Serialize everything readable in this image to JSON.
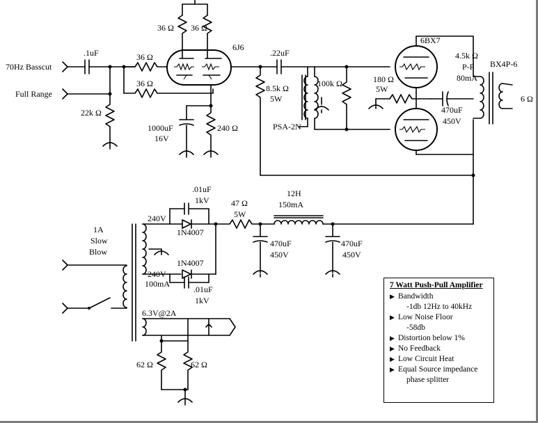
{
  "labels": {
    "in_bass": "70Hz Basscut",
    "in_full": "Full Range",
    "cap_in": ".1uF",
    "r_in1": "36",
    "r_in2": "36",
    "r_22k": "22k",
    "r_pl1": "36",
    "r_pl2": "36",
    "tube1": "6J6",
    "cap_k": "1000uF",
    "cap_k_v": "16V",
    "r_k": "240",
    "cap_c": ".22uF",
    "r_85a": "8.5k",
    "r_85b": "5W",
    "r_100k": "100k",
    "xfmr1": "PSA-2N",
    "tube2": "6BX7",
    "r_180": "180",
    "r_180w": "5W",
    "cap_470a": "470uF",
    "cap_470a_v": "450V",
    "z_pp": "4.5k",
    "z_pp2": "P-P",
    "i_80": "80mA",
    "xfmr_out": "BX4P-6",
    "spk": "6",
    "cap_01a": ".01uF",
    "cap_01a_v": "1kV",
    "v240a": "240V",
    "d1": "1N4007",
    "d2": "1N4007",
    "v240b": "240V",
    "i100": "100mA",
    "cap_01b": ".01uF",
    "cap_01b_v": "1kV",
    "r_47": "47",
    "r_47w": "5W",
    "choke": "12H",
    "choke_i": "150mA",
    "cap_470b": "470uF",
    "cap_470b_v": "450V",
    "cap_470c": "470uF",
    "cap_470c_v": "450V",
    "fuse1": "1A",
    "fuse2": "Slow",
    "fuse3": "Blow",
    "fil": "6.3V@2A",
    "r_62a": "62",
    "r_62b": "62",
    "ohm": "Ω"
  },
  "specs": {
    "title": "7 Watt Push-Pull Amplifier",
    "items": [
      {
        "text": "Bandwidth",
        "sub": "-1db 12Hz to 40kHz"
      },
      {
        "text": "Low Noise Floor",
        "sub": "-58db"
      },
      {
        "text": "Distortion below 1%",
        "sub": ""
      },
      {
        "text": "No Feedback",
        "sub": ""
      },
      {
        "text": "Low Circuit Heat",
        "sub": ""
      },
      {
        "text": "Equal Source impedance",
        "sub": "phase splitter"
      }
    ]
  }
}
